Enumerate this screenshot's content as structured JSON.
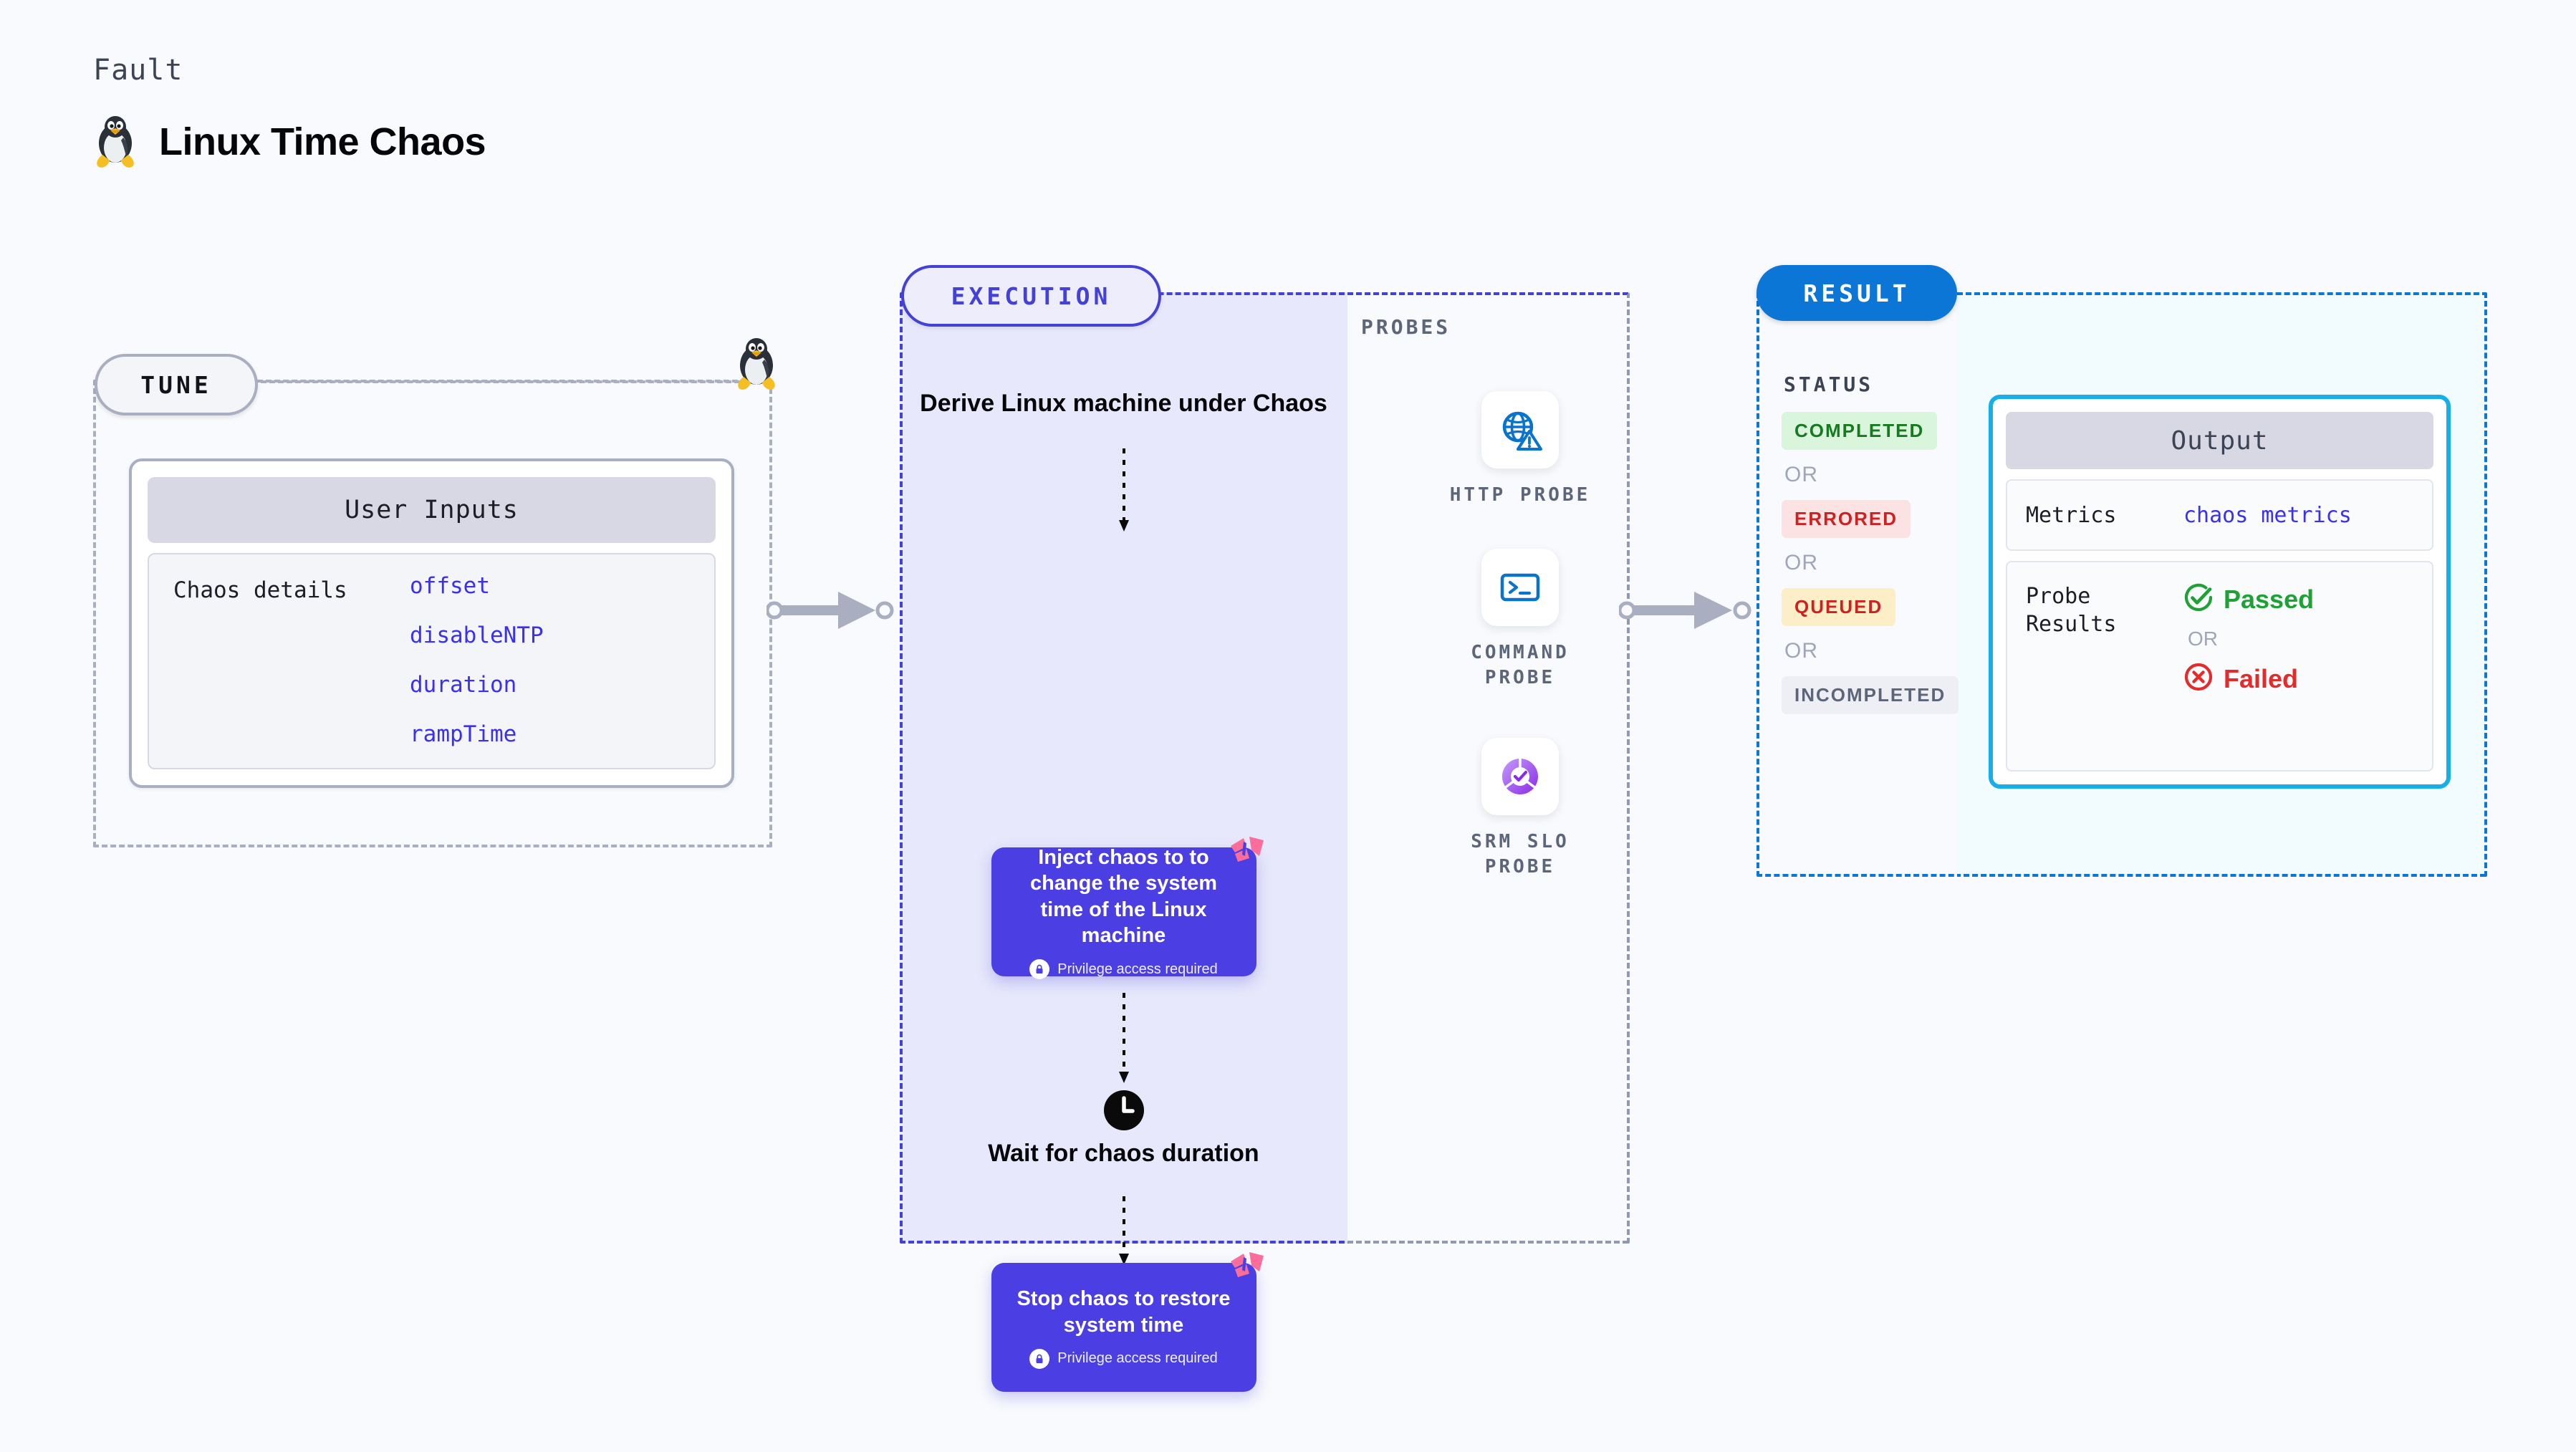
{
  "header": {
    "eyebrow": "Fault",
    "title": "Linux Time Chaos",
    "icon": "linux-penguin-icon"
  },
  "tune": {
    "badge": "TUNE",
    "icon": "linux-penguin-icon",
    "user_inputs_header": "User Inputs",
    "details_label": "Chaos details",
    "parameters": [
      "offset",
      "disableNTP",
      "duration",
      "rampTime"
    ]
  },
  "execution": {
    "badge": "EXECUTION",
    "step1_caption": "Derive Linux machine under Chaos",
    "inject_card": {
      "title": "Inject chaos to to change the system time of the Linux machine",
      "note": "Privilege access required",
      "note_icon": "lock-icon",
      "corner_icon": "harness-logo-icon"
    },
    "wait_caption": "Wait for chaos duration",
    "wait_icon": "clock-icon",
    "stop_card": {
      "title": "Stop chaos to restore system time",
      "note": "Privilege access required",
      "note_icon": "lock-icon",
      "corner_icon": "harness-logo-icon"
    }
  },
  "probes": {
    "label": "PROBES",
    "items": [
      {
        "label": "HTTP PROBE",
        "icon": "globe-warning-icon"
      },
      {
        "label": "COMMAND PROBE",
        "icon": "terminal-icon"
      },
      {
        "label": "SRM SLO PROBE",
        "icon": "slo-donut-check-icon"
      }
    ]
  },
  "result": {
    "badge": "RESULT",
    "status_label": "STATUS",
    "or_label": "OR",
    "statuses": [
      {
        "label": "COMPLETED",
        "tone": "green"
      },
      {
        "label": "ERRORED",
        "tone": "red"
      },
      {
        "label": "QUEUED",
        "tone": "yellow"
      },
      {
        "label": "INCOMPLETED",
        "tone": "gray"
      }
    ]
  },
  "output": {
    "header": "Output",
    "metrics_label": "Metrics",
    "metrics_value": "chaos metrics",
    "probe_results_label": "Probe Results",
    "passed_label": "Passed",
    "passed_icon": "check-circle-icon",
    "or_label": "OR",
    "failed_label": "Failed",
    "failed_icon": "x-circle-icon"
  },
  "colors": {
    "background": "#F8FAFD",
    "execution_accent": "#4441D8",
    "execution_fill": "#E7E8FB",
    "card_purple": "#4B3FE4",
    "result_accent": "#0B76D6",
    "output_border": "#18AEE8",
    "param_blue": "#3B30F0",
    "harness_pink": "#FB6E9B",
    "passed_green": "#1FA136",
    "failed_red": "#E22B2B"
  }
}
